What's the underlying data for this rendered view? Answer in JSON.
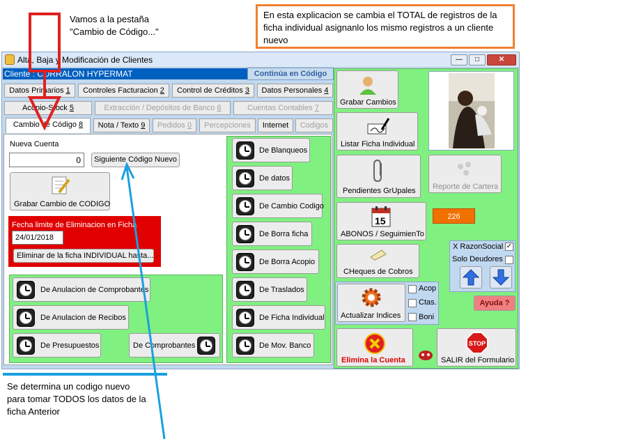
{
  "annotations": {
    "top_note_line1": "Vamos a la pestaña",
    "top_note_line2": "\"Cambio de Código...\"",
    "orange_note": "En esta explicacion se cambia el TOTAL de registros de la ficha individual asignanlo los mismo registros a un cliente nuevo",
    "bottom_note_line1": "Se determina un codigo nuevo",
    "bottom_note_line2": "para tomar TODOS los datos de la",
    "bottom_note_line3": "ficha Anterior"
  },
  "window": {
    "title": "Alta, Baja y Modificación de Clientes",
    "client_label": "Cliente : CORRALON HYPERMAT",
    "continua_label": "Continúa en Código"
  },
  "tabs": {
    "row1": [
      {
        "label": "Datos Primarios",
        "key": "1"
      },
      {
        "label": "Controles Facturacion",
        "key": "2"
      },
      {
        "label": "Control de Créditos",
        "key": "3"
      },
      {
        "label": "Datos Personales",
        "key": "4"
      }
    ],
    "row2": [
      {
        "label": "Acopio-Stock",
        "key": "5"
      },
      {
        "label": "Extracción / Depósitos de Banco",
        "key": "6"
      },
      {
        "label": "Cuentas Contables",
        "key": "7"
      }
    ],
    "row3": [
      {
        "label": "Cambio de Código",
        "key": "8"
      },
      {
        "label": "Nota / Texto",
        "key": "9"
      },
      {
        "label": "Pedidos",
        "key": "0"
      },
      {
        "label": "Percepciones",
        "key": ""
      },
      {
        "label": "Internet",
        "key": ""
      },
      {
        "label": "Codigos",
        "key": ""
      }
    ]
  },
  "cambio": {
    "nueva_cuenta_label": "Nueva  Cuenta",
    "nueva_cuenta_value": "0",
    "siguiente_btn": "Siguiente Código Nuevo",
    "grabar_cambio_btn": "Grabar Cambio de CODIGO",
    "fecha_limite_label": "Fecha limite de Eliminacion en Ficha",
    "fecha_value": "24/01/2018",
    "eliminar_btn": "Eliminar de la ficha INDIVIDUAL hasta..."
  },
  "anulacion_buttons": [
    "De Anulacion de Comprobantes",
    "De Anulacion de Recibos",
    "De Presupuestos",
    "De Comprobantes"
  ],
  "log_buttons": [
    "De Blanqueos",
    "De datos",
    "De Cambio Codigo",
    "De Borra ficha",
    "De Borra Acopio",
    "De Traslados",
    "De Ficha Individual",
    "De Mov. Banco"
  ],
  "right": {
    "grabar_cambios": "Grabar Cambios",
    "listar_ficha": "Listar Ficha Individual",
    "pendientes": "Pendientes GrUpales",
    "reporte_cartera": "Reporte de Cartera",
    "abonos": "ABONOS / SeguimienTo",
    "count": "226",
    "cheques": "CHeques de Cobros",
    "x_razon": "X RazonSocial",
    "solo_deudores": "Solo Deudores",
    "actualizar": "Actualizar Indices",
    "acop": "Acop",
    "ctas": "Ctas.",
    "boni": "Boni",
    "ayuda": "Ayuda ?",
    "elimina_cuenta": "Elimina la Cuenta",
    "salir": "SALIR del Formulario",
    "calendar_day": "15"
  },
  "colors": {
    "green_panel": "#80f080",
    "client_bar": "#0060c0",
    "red_box": "#e00000",
    "orange_note": "#f08030",
    "arrow_red": "#e02020",
    "arrow_blue": "#1aa0e0"
  }
}
